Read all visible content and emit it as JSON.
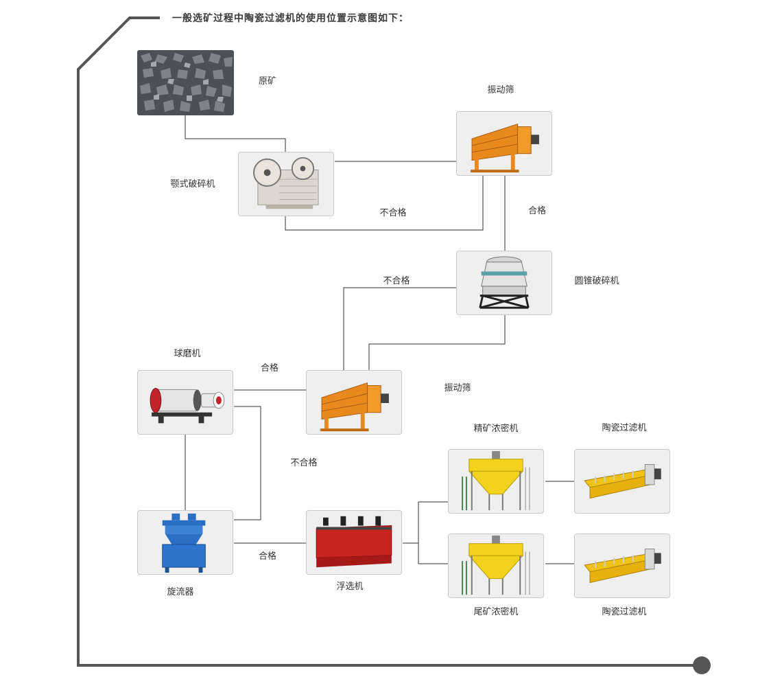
{
  "title": "一般选矿过程中陶瓷过滤机的使用位置示意图如下：",
  "nodes": {
    "raw_ore": "原矿",
    "jaw_crusher": "颚式破碎机",
    "vibrating_screen_1": "振动筛",
    "cone_crusher": "圆锥破碎机",
    "vibrating_screen_2": "振动筛",
    "ball_mill": "球磨机",
    "hydrocyclone": "旋流器",
    "flotation_machine": "浮选机",
    "concentrate_thickener": "精矿浓密机",
    "tailings_thickener": "尾矿浓密机",
    "ceramic_filter_1": "陶瓷过滤机",
    "ceramic_filter_2": "陶瓷过滤机"
  },
  "edges": {
    "unqualified_1": "不合格",
    "qualified_1": "合格",
    "unqualified_2": "不合格",
    "qualified_2": "合格",
    "unqualified_3": "不合格",
    "qualified_3": "合格"
  },
  "colors": {
    "frame_line": "#555555",
    "flow_line": "#333333",
    "box_bg": "#efefef",
    "screen_orange": "#e8891e",
    "thickener_yellow": "#f2d21c",
    "flotation_red": "#c8231e",
    "cyclone_blue": "#2a6fc4"
  }
}
